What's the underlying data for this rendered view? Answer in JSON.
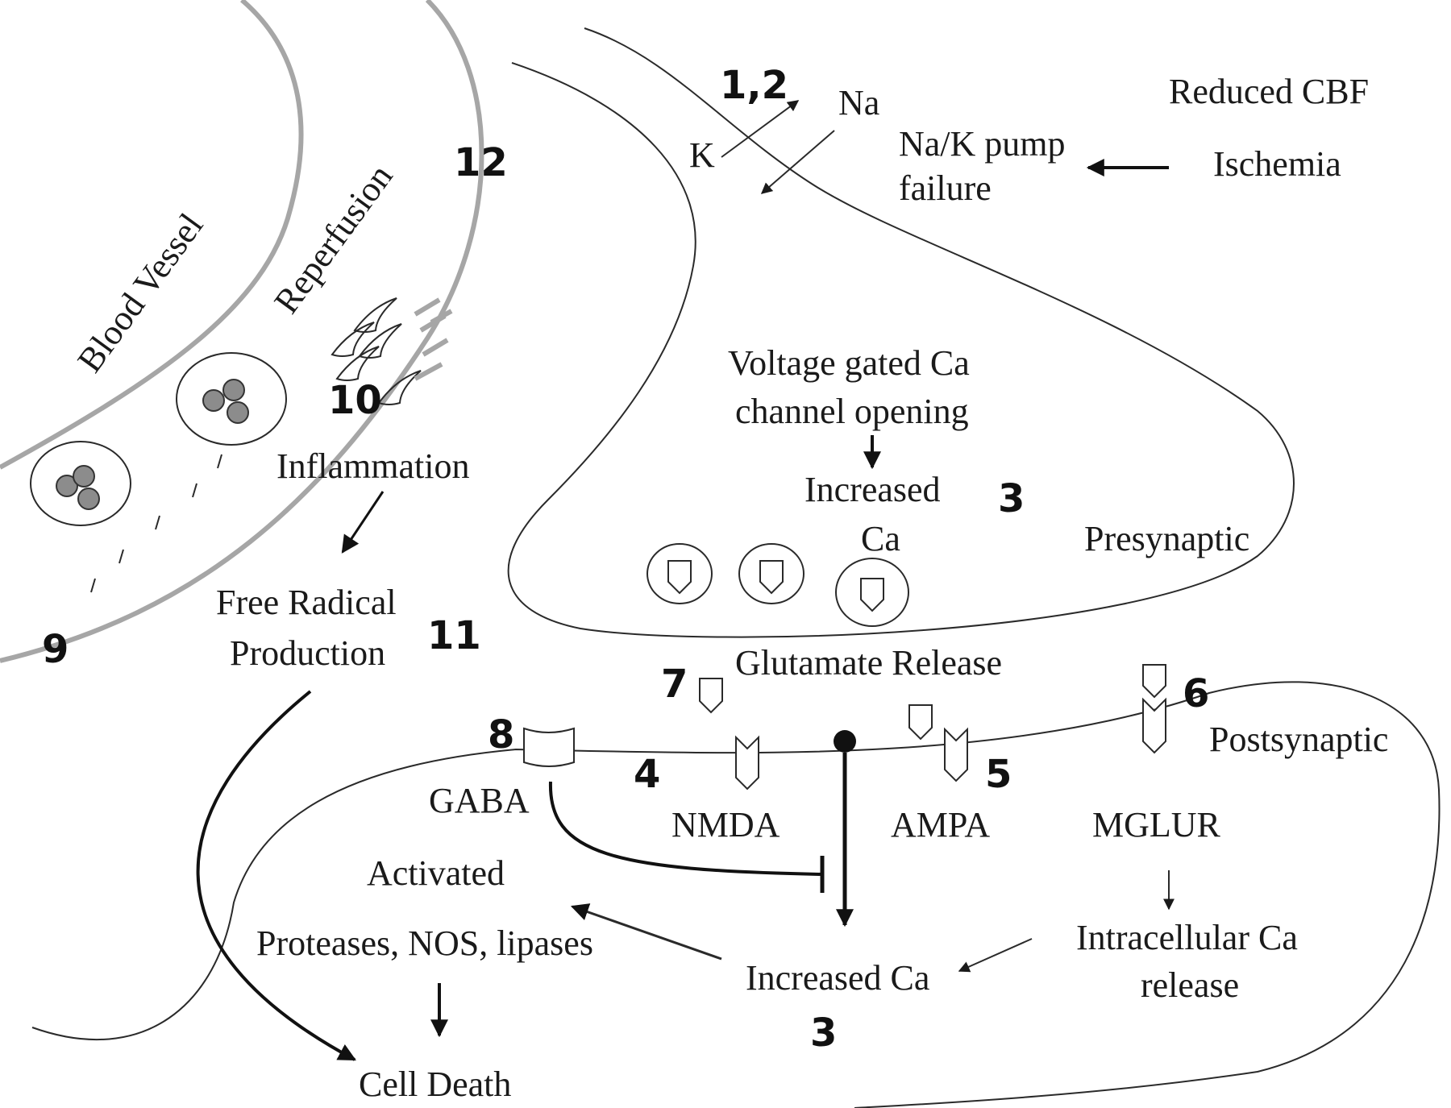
{
  "labels": {
    "blood_vessel": "Blood Vessel",
    "reperfusion": "Reperfusion",
    "na": "Na",
    "k": "K",
    "na_k_pump_1": "Na/K pump",
    "na_k_pump_2": "failure",
    "reduced_cbf": "Reduced CBF",
    "ischemia": "Ischemia",
    "vgcc_1": "Voltage gated Ca",
    "vgcc_2": "channel opening",
    "increased_ca_pre_1": "Increased",
    "increased_ca_pre_2": "Ca",
    "presynaptic": "Presynaptic",
    "inflammation": "Inflammation",
    "free_radical_1": "Free Radical",
    "free_radical_2": "Production",
    "glutamate_release": "Glutamate Release",
    "postsynaptic": "Postsynaptic",
    "gaba": "GABA",
    "nmda": "NMDA",
    "ampa": "AMPA",
    "mglur": "MGLUR",
    "activated": "Activated",
    "proteases": "Proteases, NOS, lipases",
    "intracellular_1": "Intracellular Ca",
    "intracellular_2": "release",
    "increased_ca_post": "Increased Ca",
    "cell_death": "Cell Death"
  },
  "numbers": {
    "n12_top": "1,2",
    "n12": "12",
    "n10": "10",
    "n9": "9",
    "n11": "11",
    "n3_pre": "3",
    "n7": "7",
    "n6": "6",
    "n8": "8",
    "n4": "4",
    "n5": "5",
    "n3_post": "3"
  },
  "colors": {
    "vessel": "#a6a6a6",
    "cell_fill": "#8c8c8c",
    "ink": "#1a1a1a"
  }
}
